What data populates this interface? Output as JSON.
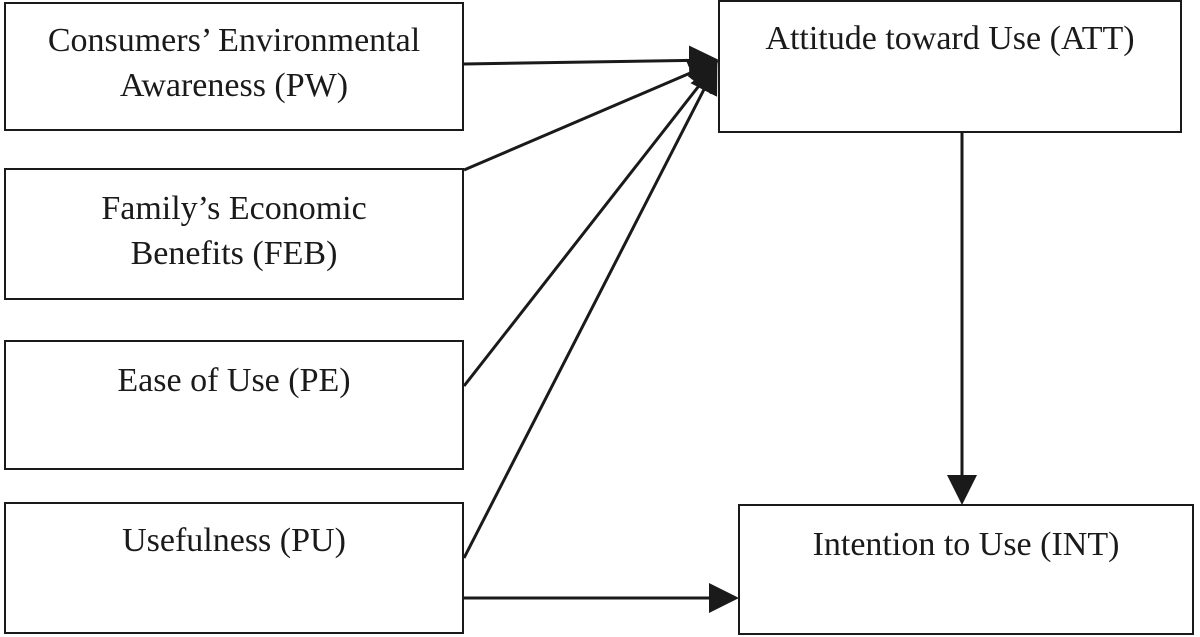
{
  "nodes": {
    "pw": {
      "lines": [
        "Consumers’ Environmental",
        "Awareness (PW)"
      ]
    },
    "feb": {
      "lines": [
        "Family’s Economic",
        "Benefits (FEB)"
      ]
    },
    "pe": {
      "lines": [
        "Ease of Use (PE)"
      ]
    },
    "pu": {
      "lines": [
        "Usefulness (PU)"
      ]
    },
    "att": {
      "lines": [
        "Attitude toward Use (ATT)"
      ]
    },
    "int": {
      "lines": [
        "Intention to Use (INT)"
      ]
    }
  },
  "edges": [
    {
      "from": "pw",
      "to": "att"
    },
    {
      "from": "feb",
      "to": "att"
    },
    {
      "from": "pe",
      "to": "att"
    },
    {
      "from": "pu",
      "to": "att"
    },
    {
      "from": "att",
      "to": "int"
    },
    {
      "from": "pu",
      "to": "int"
    }
  ],
  "colors": {
    "stroke": "#1a1a1a",
    "background": "#ffffff"
  }
}
